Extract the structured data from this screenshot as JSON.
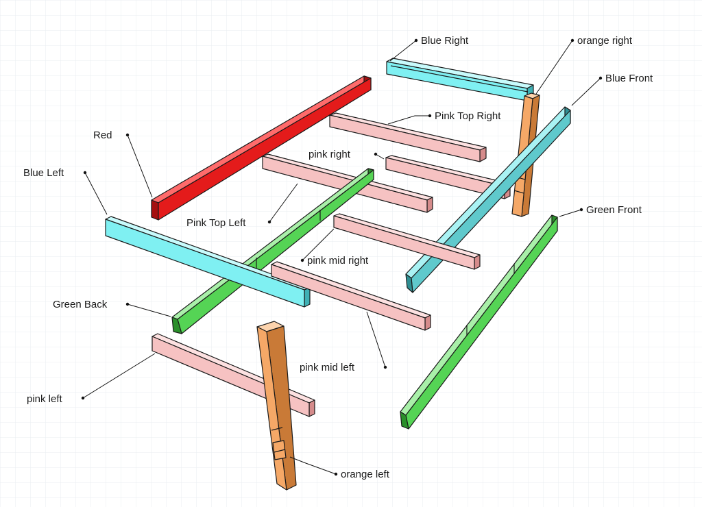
{
  "diagram": {
    "labels": {
      "blue_right": "Blue Right",
      "orange_right": "orange right",
      "blue_front": "Blue Front",
      "pink_top_right": "Pink Top Right",
      "red": "Red",
      "pink_right": "pink right",
      "blue_left": "Blue Left",
      "pink_top_left": "Pink Top Left",
      "green_front": "Green Front",
      "pink_mid_right": "pink mid right",
      "green_back": "Green Back",
      "pink_mid_left": "pink mid left",
      "pink_left": "pink left",
      "orange_left": "orange left"
    },
    "colors": {
      "red": "#e41b1b",
      "blue": "#7ff0f2",
      "blue_front": "#5fc9cc",
      "green": "#55d455",
      "pink": "#f6c2c2",
      "orange": "#f5a867",
      "grid": "#e9eef1"
    }
  }
}
